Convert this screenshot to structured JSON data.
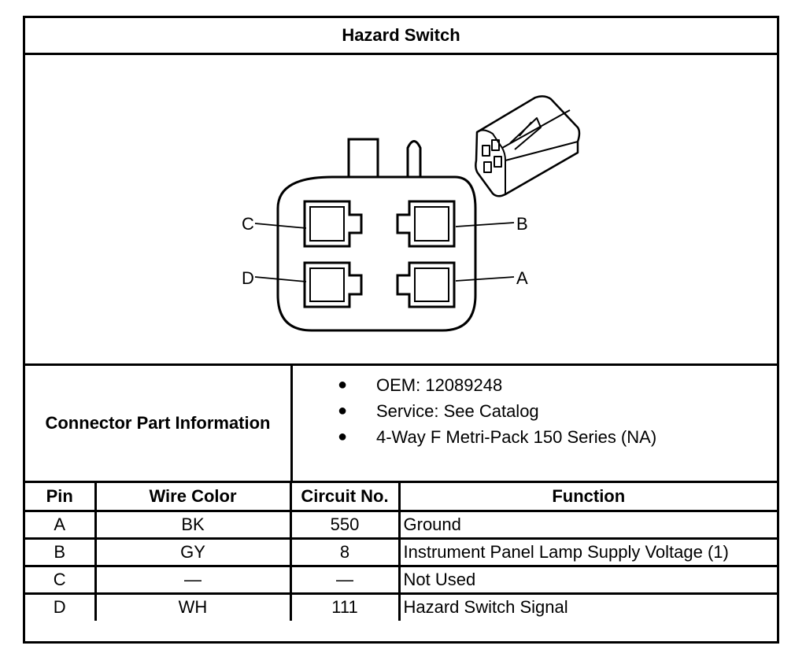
{
  "title": "Hazard Switch",
  "diagram": {
    "pin_labels": {
      "a": "A",
      "b": "B",
      "c": "C",
      "d": "D"
    }
  },
  "connector_info": {
    "label": "Connector Part Information",
    "items": [
      "OEM: 12089248",
      "Service: See Catalog",
      "4-Way F Metri-Pack 150 Series (NA)"
    ]
  },
  "pin_table": {
    "headers": {
      "pin": "Pin",
      "wire_color": "Wire Color",
      "circuit_no": "Circuit No.",
      "function": "Function"
    },
    "rows": [
      {
        "pin": "A",
        "wire_color": "BK",
        "circuit_no": "550",
        "function": "Ground"
      },
      {
        "pin": "B",
        "wire_color": "GY",
        "circuit_no": "8",
        "function": "Instrument Panel Lamp Supply Voltage (1)"
      },
      {
        "pin": "C",
        "wire_color": "—",
        "circuit_no": "—",
        "function": "Not Used"
      },
      {
        "pin": "D",
        "wire_color": "WH",
        "circuit_no": "111",
        "function": "Hazard Switch Signal"
      }
    ]
  }
}
